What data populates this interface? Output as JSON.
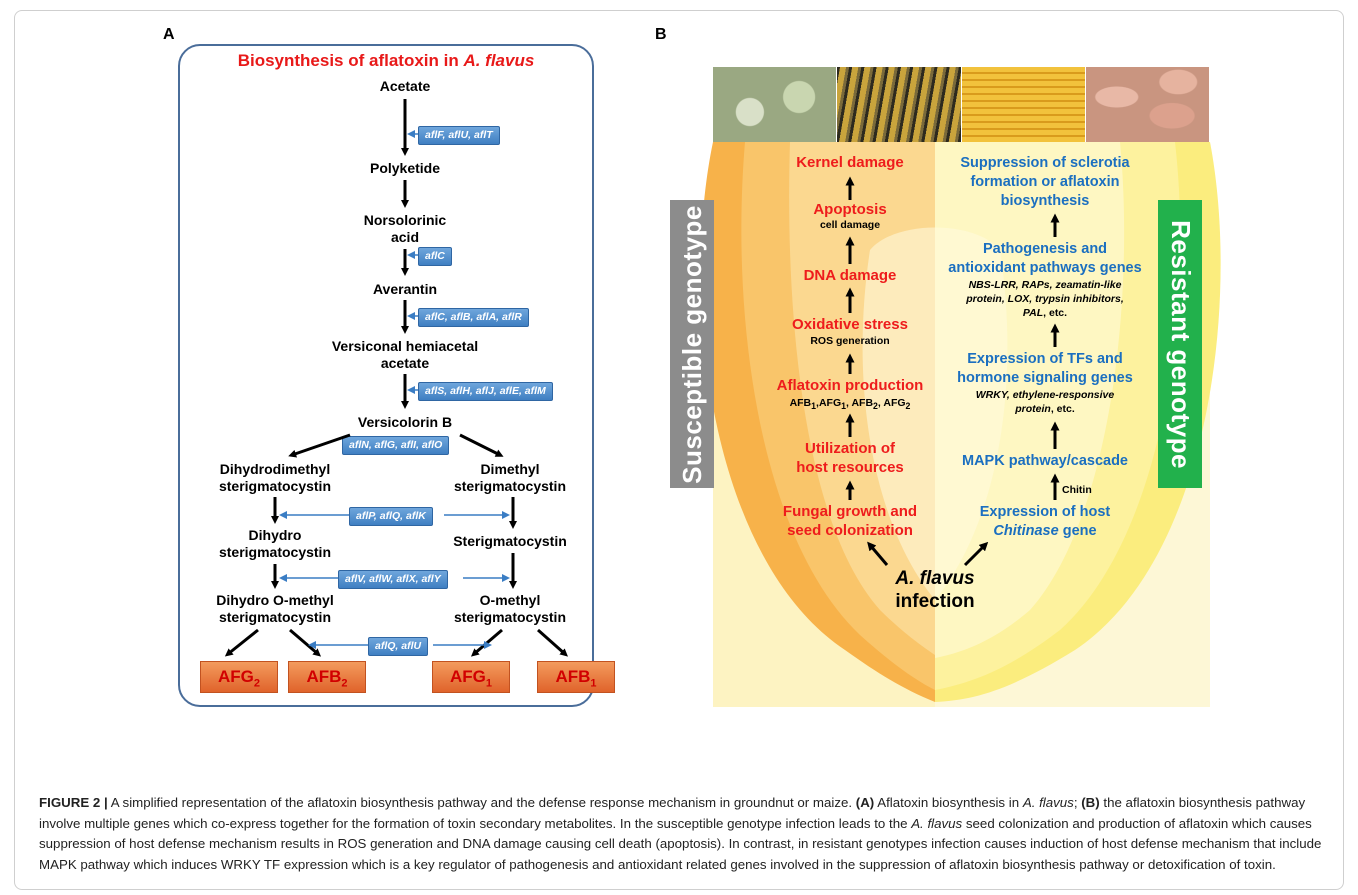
{
  "panel_a": {
    "letter": "A",
    "title_prefix": "Biosynthesis of aflatoxin in ",
    "title_species": "A. flavus",
    "nodes": {
      "acetate": "Acetate",
      "polyketide": "Polyketide",
      "norsolorinic_1": "Norsolorinic",
      "norsolorinic_2": "acid",
      "averantin": "Averantin",
      "versiconal_1": "Versiconal hemiacetal",
      "versiconal_2": "acetate",
      "versicolorin": "Versicolorin B",
      "dihydrodimethyl_1": "Dihydrodimethyl",
      "dihydrodimethyl_2": "sterigmatocystin",
      "dimethyl_1": "Dimethyl",
      "dimethyl_2": "sterigmatocystin",
      "dihydro_st_1": "Dihydro",
      "dihydro_st_2": "sterigmatocystin",
      "sterigmatocystin": "Sterigmatocystin",
      "dihydro_omethyl_1": "Dihydro O-methyl",
      "dihydro_omethyl_2": "sterigmatocystin",
      "omethyl_1": "O-methyl",
      "omethyl_2": "sterigmatocystin"
    },
    "genes": {
      "g1": "aflF, aflU, aflT",
      "g2": "aflC",
      "g3": "aflC, aflB, aflA, aflR",
      "g4": "aflS, aflH, aflJ, aflE, aflM",
      "g5": "aflN, aflG, aflI, aflO",
      "g6": "aflP, aflQ, aflK",
      "g7": "aflV, aflW, aflX, aflY",
      "g8": "aflQ, aflU"
    },
    "products": [
      {
        "base": "AFG",
        "sub": "2"
      },
      {
        "base": "AFB",
        "sub": "2"
      },
      {
        "base": "AFG",
        "sub": "1"
      },
      {
        "base": "AFB",
        "sub": "1"
      }
    ]
  },
  "panel_b": {
    "letter": "B",
    "photos": [
      {
        "icon": "groundnut-pods-photo",
        "color": "#a8b890"
      },
      {
        "icon": "infected-maize-cob-photo",
        "color": "#b89a45"
      },
      {
        "icon": "maize-cob-photo",
        "color": "#e0b33a"
      },
      {
        "icon": "peanut-kernels-photo",
        "color": "#d6a48f"
      }
    ],
    "susceptible_label": "Susceptible genotype",
    "resistant_label": "Resistant genotype",
    "susceptible": {
      "kernel_damage": "Kernel damage",
      "apoptosis": "Apoptosis",
      "cell_damage": "cell damage",
      "dna_damage": "DNA damage",
      "oxidative_stress": "Oxidative stress",
      "ros_generation": "ROS generation",
      "aflatoxin_production": "Aflatoxin production",
      "utilization_1": "Utilization of",
      "utilization_2": "host resources",
      "fungal_1": "Fungal growth and",
      "fungal_2": "seed colonization"
    },
    "afb_list": [
      {
        "base": "AFB",
        "sub": "1"
      },
      {
        "base": "AFG",
        "sub": "1"
      },
      {
        "base": "AFB",
        "sub": "2"
      },
      {
        "base": "AFG",
        "sub": "2"
      }
    ],
    "resistant": {
      "suppression_1": "Suppression of sclerotia",
      "suppression_2": "formation or aflatoxin",
      "suppression_3": "biosynthesis",
      "pathogenesis_1": "Pathogenesis and",
      "pathogenesis_2": "antioxidant pathways genes",
      "pathogenesis_genes_1": "NBS-LRR, RAPs, zeamatin-like",
      "pathogenesis_genes_2": "protein, LOX, trypsin inhibitors,",
      "pathogenesis_genes_3": "PAL",
      "pathogenesis_genes_3b": ", etc.",
      "tfs_1": "Expression of TFs and",
      "tfs_2": "hormone signaling genes",
      "tfs_genes_1": "WRKY, ethylene-responsive",
      "tfs_genes_2": "protein",
      "tfs_genes_2b": ", etc.",
      "mapk": "MAPK  pathway/cascade",
      "chitin": "Chitin",
      "chitinase_1": "Expression of host",
      "chitinase_2": "Chitinase",
      "chitinase_3": " gene"
    },
    "infection_species": "A. flavus",
    "infection_word": "infection",
    "colors": {
      "susceptible_label_bg": "#8c8c8c",
      "resistant_label_bg": "#22b14c",
      "red_text": "#ee1c1c",
      "blue_text": "#1b6fc0"
    }
  },
  "caption": {
    "figure": "FIGURE 2 |",
    "s1": " A simplified representation of the aflatoxin biosynthesis pathway and the defense response mechanism in groundnut or maize. ",
    "a": "(A)",
    "s2": " Aflatoxin biosynthesis in ",
    "sp1": "A. flavus",
    "s3": "; ",
    "b": "(B)",
    "s4": " the aflatoxin biosynthesis pathway involve multiple genes which co-express together for the formation of toxin secondary metabolites. In the susceptible genotype infection leads to the ",
    "sp2": "A. flavus",
    "s5": " seed colonization and production of aflatoxin which causes suppression of host defense mechanism results in ROS generation and DNA damage causing cell death (apoptosis). In contrast, in resistant genotypes infection causes induction of host defense mechanism that include MAPK pathway which induces WRKY TF expression which is a key regulator of pathogenesis and antioxidant related genes involved in the suppression of aflatoxin biosynthesis pathway or detoxification of toxin."
  }
}
